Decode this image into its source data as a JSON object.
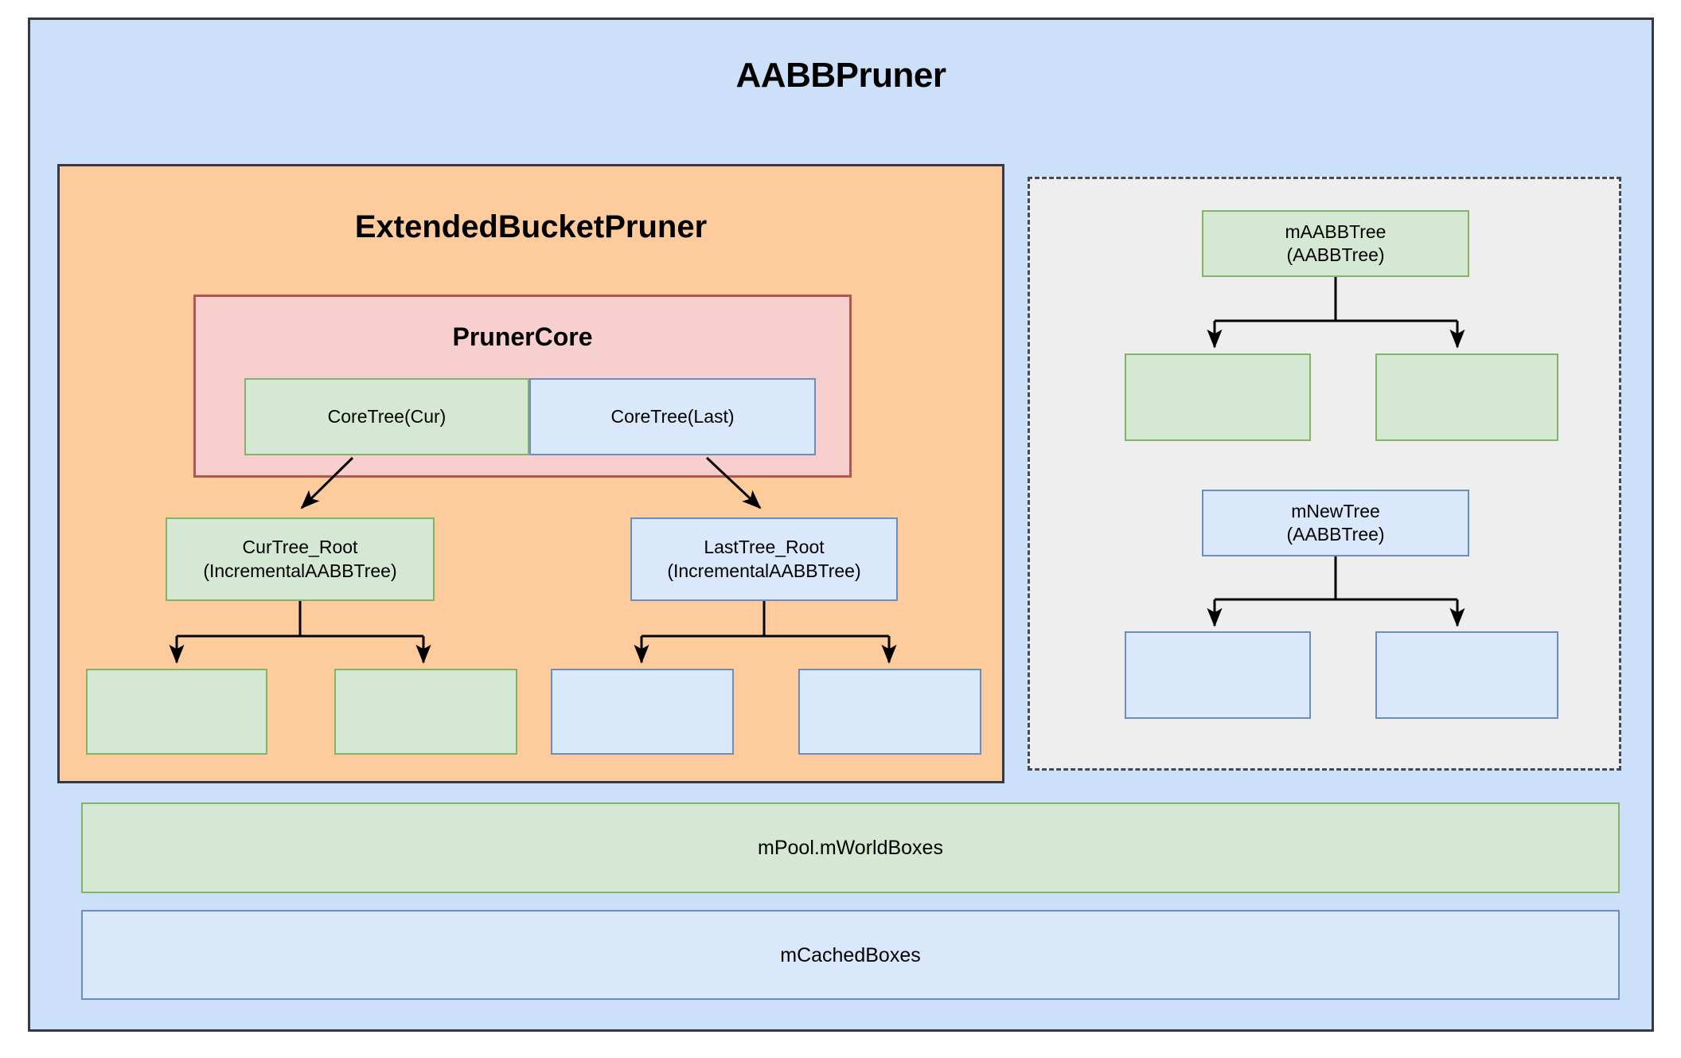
{
  "diagram": {
    "title": "AABBPruner",
    "outer_fill": "#cce0fa",
    "outer_stroke": "#333a45"
  },
  "extended_bucket_pruner": {
    "title": "ExtendedBucketPruner",
    "fill": "#fdcb9c",
    "stroke": "#333a45",
    "pruner_core": {
      "title": "PrunerCore",
      "fill": "#f7cfce",
      "stroke": "#b85450",
      "cells": [
        {
          "label": "CoreTree(Cur)",
          "color": "green"
        },
        {
          "label": "CoreTree(Last)",
          "color": "blue"
        }
      ]
    },
    "trees": [
      {
        "root_label": "CurTree_Root\n(IncrementalAABBTree)",
        "root_name": "CurTree_Root",
        "root_type": "(IncrementalAABBTree)",
        "color": "green",
        "leaves": [
          "",
          ""
        ]
      },
      {
        "root_label": "LastTree_Root\n(IncrementalAABBTree)",
        "root_name": "LastTree_Root",
        "root_type": "(IncrementalAABBTree)",
        "color": "blue",
        "leaves": [
          "",
          ""
        ]
      }
    ]
  },
  "dashed_panel": {
    "fill": "#eeeeee",
    "stroke": "#414a58",
    "stroke_style": "dashed",
    "trees": [
      {
        "root_name": "mAABBTree",
        "root_type": "(AABBTree)",
        "color": "green",
        "leaves": [
          "",
          ""
        ]
      },
      {
        "root_name": "mNewTree",
        "root_type": "(AABBTree)",
        "color": "blue",
        "leaves": [
          "",
          ""
        ]
      }
    ]
  },
  "bottom_bars": [
    {
      "label": "mPool.mWorldBoxes",
      "color": "green"
    },
    {
      "label": "mCachedBoxes",
      "color": "blue"
    }
  ],
  "colors": {
    "green_fill": "#d5e8d4",
    "green_stroke": "#82b366",
    "blue_fill": "#dae8fc",
    "blue_stroke": "#6c8ebf",
    "orange_fill": "#fdcb9c",
    "pink_fill": "#f7cfce",
    "pink_stroke": "#b85450",
    "light_blue_fill": "#cce0fa",
    "gray_fill": "#eeeeee",
    "dark_stroke": "#333a45",
    "connector_stroke": "#000000"
  }
}
